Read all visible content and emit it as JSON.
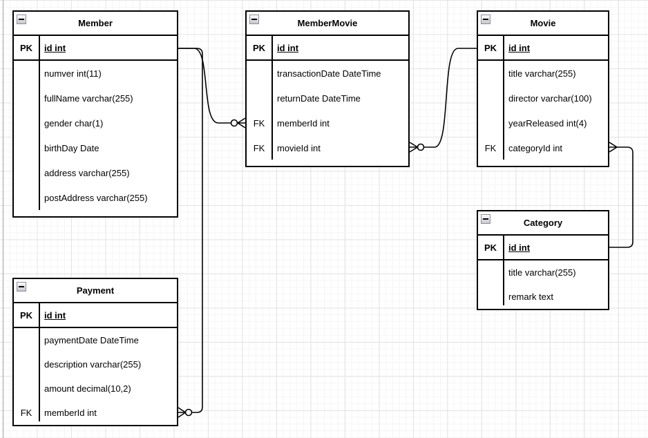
{
  "diagram_type": "entity-relationship",
  "colors": {
    "table_border": "#000000",
    "grid_major": "#e4e4e4",
    "grid_minor": "#f5f5f5",
    "page_boundary_line": "#9e9e9e",
    "collapse_icon_bg": "#d9d9e0"
  },
  "entities": [
    {
      "name": "Member",
      "icon": "collapse-minus-icon",
      "pk_key": "PK",
      "pk_field": "id int",
      "fields": [
        {
          "key": "",
          "label": "numver int(11)"
        },
        {
          "key": "",
          "label": "fullName varchar(255)"
        },
        {
          "key": "",
          "label": "gender char(1)"
        },
        {
          "key": "",
          "label": "birthDay Date"
        },
        {
          "key": "",
          "label": "address varchar(255)"
        },
        {
          "key": "",
          "label": "postAddress varchar(255)"
        }
      ]
    },
    {
      "name": "MemberMovie",
      "icon": "collapse-minus-icon",
      "pk_key": "PK",
      "pk_field": "id int",
      "fields": [
        {
          "key": "",
          "label": "transactionDate DateTime"
        },
        {
          "key": "",
          "label": "returnDate DateTime"
        },
        {
          "key": "FK",
          "label": "memberId int"
        },
        {
          "key": "FK",
          "label": "movieId int"
        }
      ]
    },
    {
      "name": "Movie",
      "icon": "collapse-minus-icon",
      "pk_key": "PK",
      "pk_field": "id int",
      "fields": [
        {
          "key": "",
          "label": "title varchar(255)"
        },
        {
          "key": "",
          "label": "director varchar(100)"
        },
        {
          "key": "",
          "label": "yearReleased int(4)"
        },
        {
          "key": "FK",
          "label": "categoryId int"
        }
      ]
    },
    {
      "name": "Category",
      "icon": "collapse-minus-icon",
      "pk_key": "PK",
      "pk_field": "id int",
      "fields": [
        {
          "key": "",
          "label": "title varchar(255)"
        },
        {
          "key": "",
          "label": "remark text"
        }
      ]
    },
    {
      "name": "Payment",
      "icon": "collapse-minus-icon",
      "pk_key": "PK",
      "pk_field": "id int",
      "fields": [
        {
          "key": "",
          "label": "paymentDate DateTime"
        },
        {
          "key": "",
          "label": "description varchar(255)"
        },
        {
          "key": "",
          "label": "amount decimal(10,2)"
        },
        {
          "key": "FK",
          "label": "memberId int"
        }
      ]
    }
  ],
  "relationships": [
    {
      "from": "Member.id",
      "to": "MemberMovie.memberId",
      "notation": "crowfoot",
      "to_cardinality": "zero-or-many"
    },
    {
      "from": "Member.id",
      "to": "Payment.memberId",
      "notation": "crowfoot",
      "to_cardinality": "zero-or-many"
    },
    {
      "from": "Movie.id",
      "to": "MemberMovie.movieId",
      "notation": "crowfoot",
      "to_cardinality": "zero-or-many"
    },
    {
      "from": "Category.id",
      "to": "Movie.categoryId",
      "notation": "crowfoot",
      "to_cardinality": "many"
    }
  ]
}
